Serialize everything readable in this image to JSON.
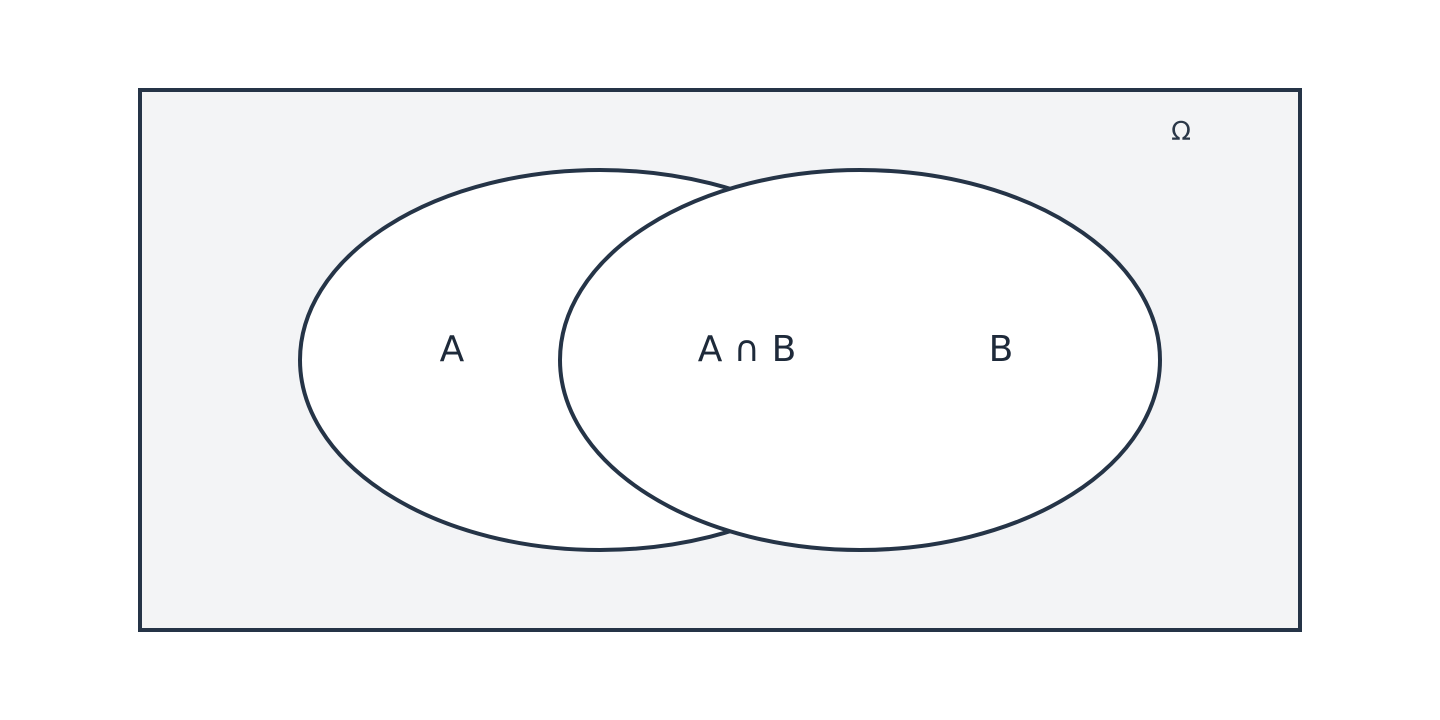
{
  "diagram": {
    "type": "venn",
    "universe": {
      "label": "Ω",
      "fill": "#f3f4f6",
      "stroke": "#253447"
    },
    "sets": [
      {
        "id": "a",
        "label": "A",
        "fill": "#ffffff",
        "stroke": "#253447"
      },
      {
        "id": "b",
        "label": "B",
        "fill": "#ffffff",
        "stroke": "#253447"
      }
    ],
    "intersection": {
      "label": "A ∩ B"
    }
  }
}
